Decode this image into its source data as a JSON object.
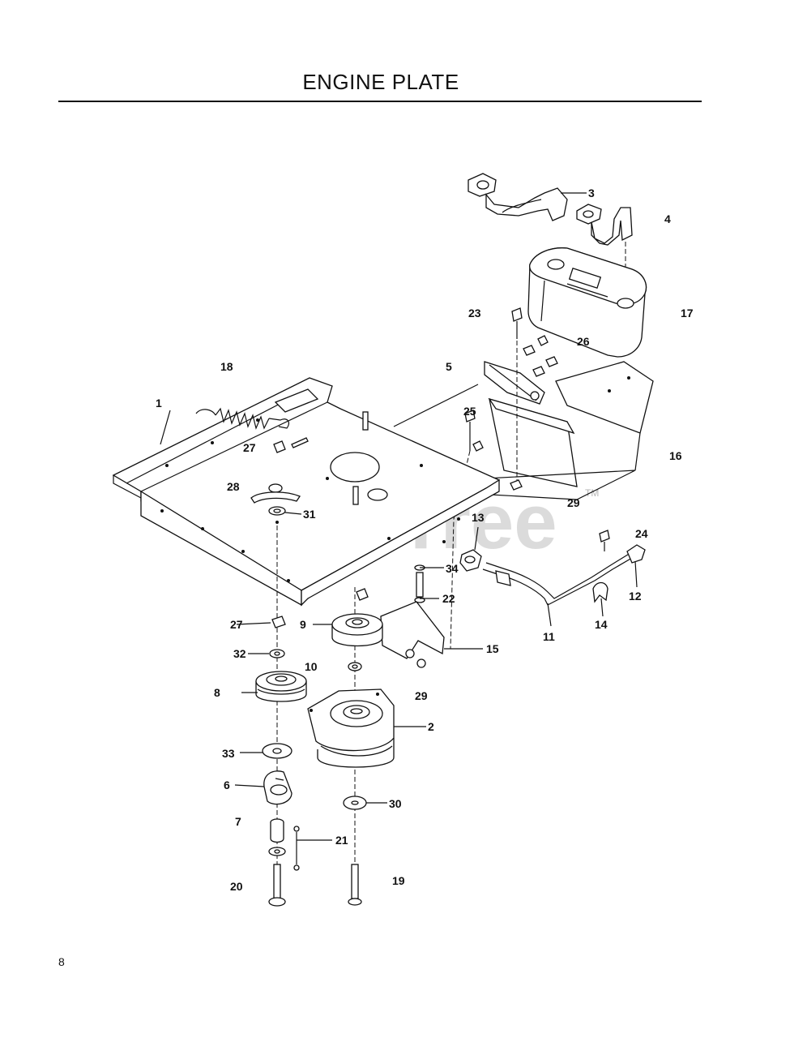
{
  "page": {
    "title": "ENGINE PLATE",
    "page_number": "8",
    "watermark": "PartsTree",
    "watermark_tm": "TM"
  },
  "callouts": {
    "c1": "1",
    "c2": "2",
    "c3": "3",
    "c4": "4",
    "c5": "5",
    "c6": "6",
    "c7": "7",
    "c8": "8",
    "c9": "9",
    "c10": "10",
    "c11": "11",
    "c12": "12",
    "c13": "13",
    "c14": "14",
    "c15": "15",
    "c16": "16",
    "c17": "17",
    "c18": "18",
    "c19": "19",
    "c20": "20",
    "c21": "21",
    "c22": "22",
    "c23": "23",
    "c24": "24",
    "c25": "25",
    "c26": "26",
    "c27a": "27",
    "c27b": "27",
    "c28": "28",
    "c29a": "29",
    "c29b": "29",
    "c30": "30",
    "c31": "31",
    "c32": "32",
    "c33": "33",
    "c34": "34"
  }
}
